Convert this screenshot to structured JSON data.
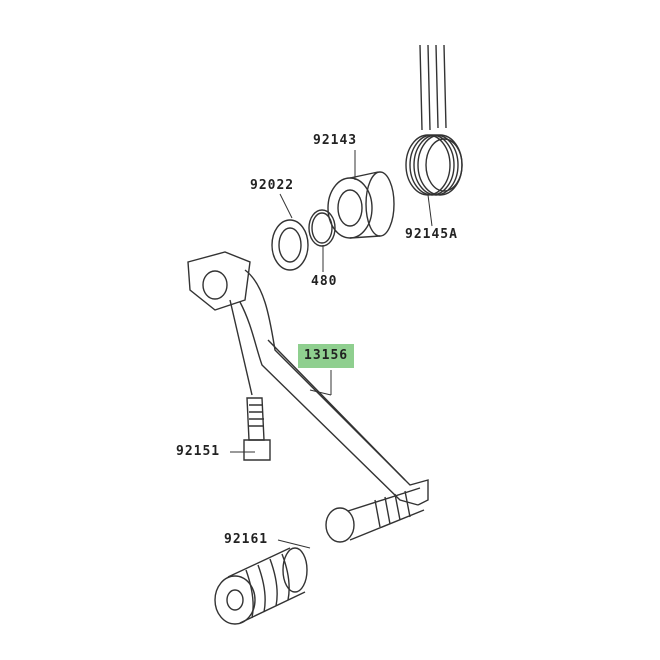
{
  "parts": [
    {
      "id": "collar",
      "number": "92143"
    },
    {
      "id": "washer",
      "number": "92022"
    },
    {
      "id": "spring",
      "number": "92145A"
    },
    {
      "id": "circlip",
      "number": "480"
    },
    {
      "id": "shift-lever",
      "number": "13156",
      "highlighted": true
    },
    {
      "id": "bolt",
      "number": "92151"
    },
    {
      "id": "rubber",
      "number": "92161"
    }
  ],
  "colors": {
    "highlight": "#8fcf8f",
    "line": "#333333"
  }
}
